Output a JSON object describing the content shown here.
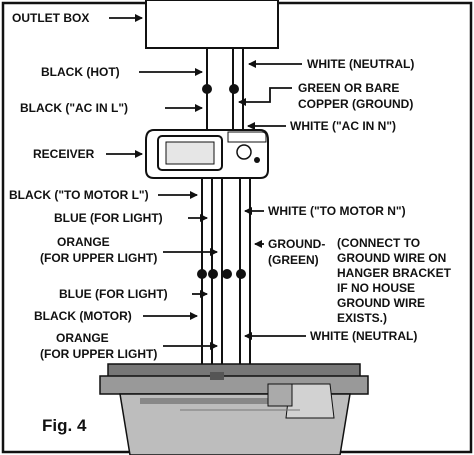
{
  "figure_label": "Fig. 4",
  "labels": {
    "outlet_box": "OUTLET BOX",
    "black_hot": "BLACK (HOT)",
    "black_ac_in_l": "BLACK (\"AC IN L\")",
    "white_neutral_top": "WHITE (NEUTRAL)",
    "green_or_bare_1": "GREEN OR BARE",
    "green_or_bare_2": "COPPER (GROUND)",
    "white_ac_in_n": "WHITE (\"AC IN N\")",
    "receiver": "RECEIVER",
    "black_to_motor_l": "BLACK (\"TO MOTOR  L\")",
    "blue_for_light_1": "BLUE (FOR  LIGHT)",
    "white_to_motor_n": "WHITE (\"TO MOTOR  N\")",
    "orange_1_line1": "ORANGE",
    "orange_1_line2": "(FOR UPPER LIGHT)",
    "ground_line1": "GROUND-",
    "ground_line2": "(GREEN)",
    "ground_note_1": "(CONNECT TO",
    "ground_note_2": "GROUND WIRE ON",
    "ground_note_3": "HANGER BRACKET",
    "ground_note_4": "IF NO HOUSE",
    "ground_note_5": "GROUND WIRE",
    "ground_note_6": "EXISTS.)",
    "blue_for_light_2": "BLUE (FOR  LIGHT)",
    "black_motor": "BLACK (MOTOR)",
    "orange_2_line1": "ORANGE",
    "orange_2_line2": "(FOR UPPER LIGHT)",
    "white_neutral_bottom": "WHITE (NEUTRAL)"
  }
}
